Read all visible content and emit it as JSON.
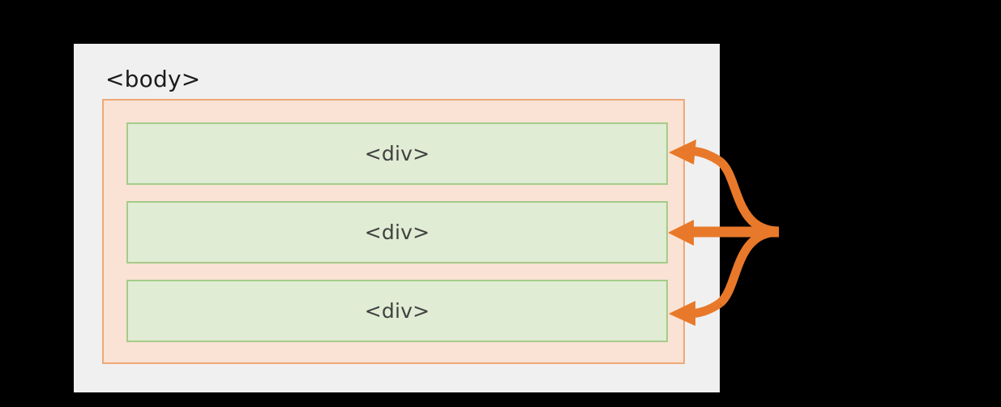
{
  "diagram": {
    "title_label": "<body>",
    "viewport": {
      "background_color": "#f0f0f0"
    },
    "body_box": {
      "label": "<body>",
      "fill_color": "#fae2d5",
      "border_color": "#efa877"
    },
    "div_boxes": [
      {
        "label": "<div>",
        "fill_color": "#e0ecd4",
        "border_color": "#a5cc8a"
      },
      {
        "label": "<div>",
        "fill_color": "#e0ecd4",
        "border_color": "#a5cc8a"
      },
      {
        "label": "<div>",
        "fill_color": "#e0ecd4",
        "border_color": "#a5cc8a"
      }
    ],
    "arrows": {
      "color": "#e8792a",
      "count": 3,
      "direction": "right-to-left",
      "description": "three arrows converging from a single point on the right, each pointing into one of the div boxes"
    },
    "colors": {
      "canvas_background": "#000000",
      "text_primary": "#1c1c1c",
      "text_secondary": "#414141",
      "accent_orange": "#e8792a"
    }
  }
}
